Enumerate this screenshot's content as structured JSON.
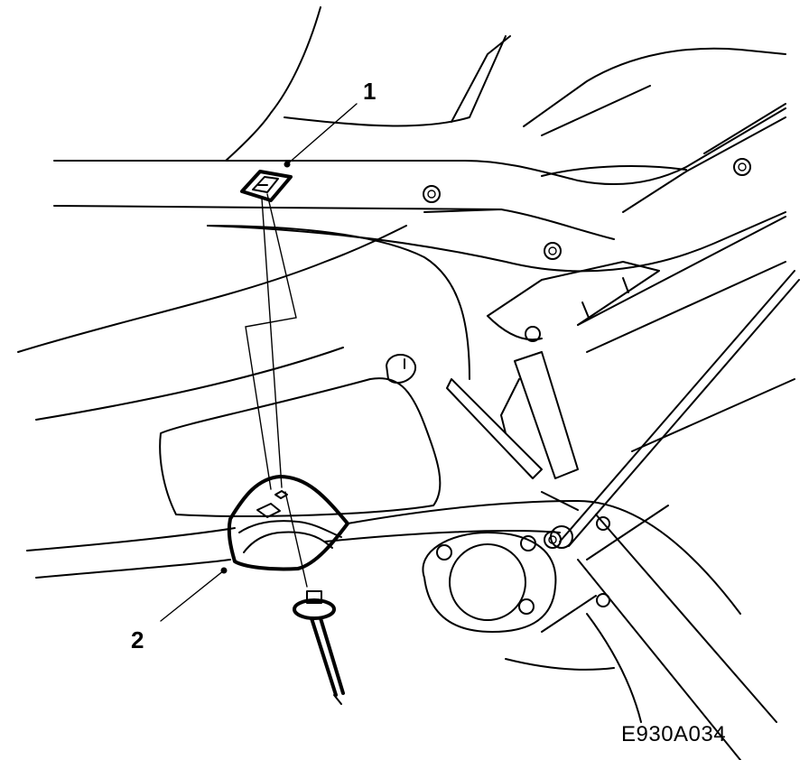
{
  "diagram": {
    "callouts": [
      {
        "label": "1",
        "target": "seal-recess-opening"
      },
      {
        "label": "2",
        "target": "rubber-seal-grommet"
      }
    ],
    "figure_code": "E930A034"
  }
}
